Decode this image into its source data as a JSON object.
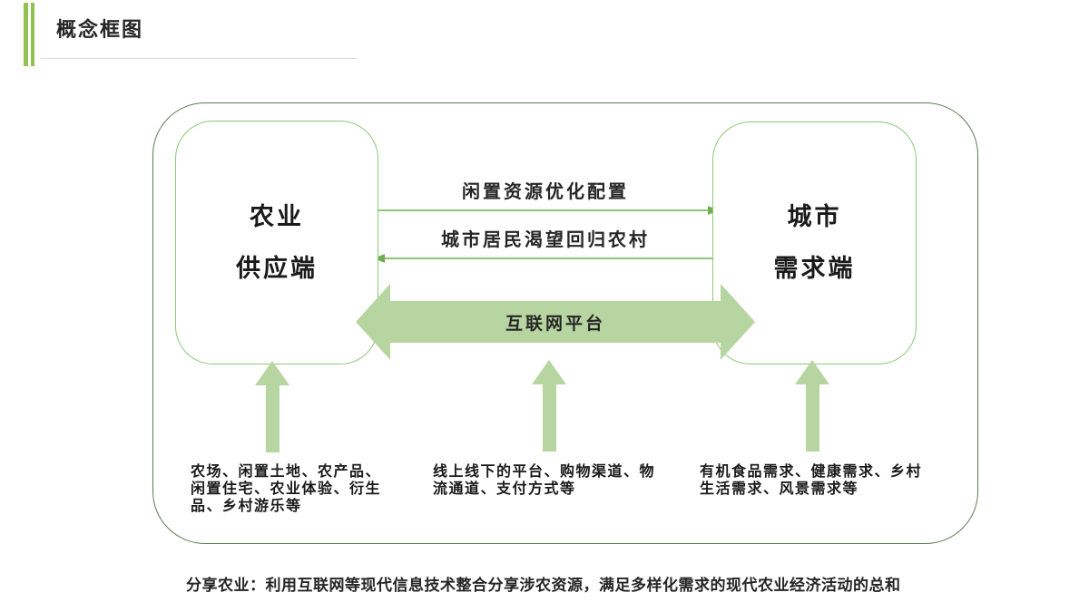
{
  "page": {
    "title": "概念框图"
  },
  "colors": {
    "accent_bar": "#93c052",
    "outer_border": "#5e7c53",
    "box_border": "#8cc878",
    "thin_arrow": "#8cc878",
    "arrow_fill": "#b7d5a1",
    "text": "#262626",
    "divider": "#dcdcdc"
  },
  "boxes": {
    "supply": {
      "line1": "农业",
      "line2": "供应端"
    },
    "demand": {
      "line1": "城市",
      "line2": "需求端"
    }
  },
  "arrows": {
    "to_city": {
      "label": "闲置资源优化配置",
      "direction": "right"
    },
    "to_farm": {
      "label": "城市居民渴望回归农村",
      "direction": "left"
    },
    "platform": {
      "label": "互联网平台",
      "direction": "both"
    }
  },
  "notes": {
    "supply": {
      "l1": "农场、闲置土地、农产品、",
      "l2": "闲置住宅、农业体验、衍生",
      "l3": "品、乡村游乐等"
    },
    "platform": {
      "l1": "线上线下的平台、购物渠道、物",
      "l2": "流通道、支付方式等"
    },
    "demand": {
      "l1": "有机食品需求、健康需求、乡村",
      "l2": "生活需求、风景需求等"
    }
  },
  "caption": "分享农业：利用互联网等现代信息技术整合分享涉农资源，满足多样化需求的现代农业经济活动的总和"
}
